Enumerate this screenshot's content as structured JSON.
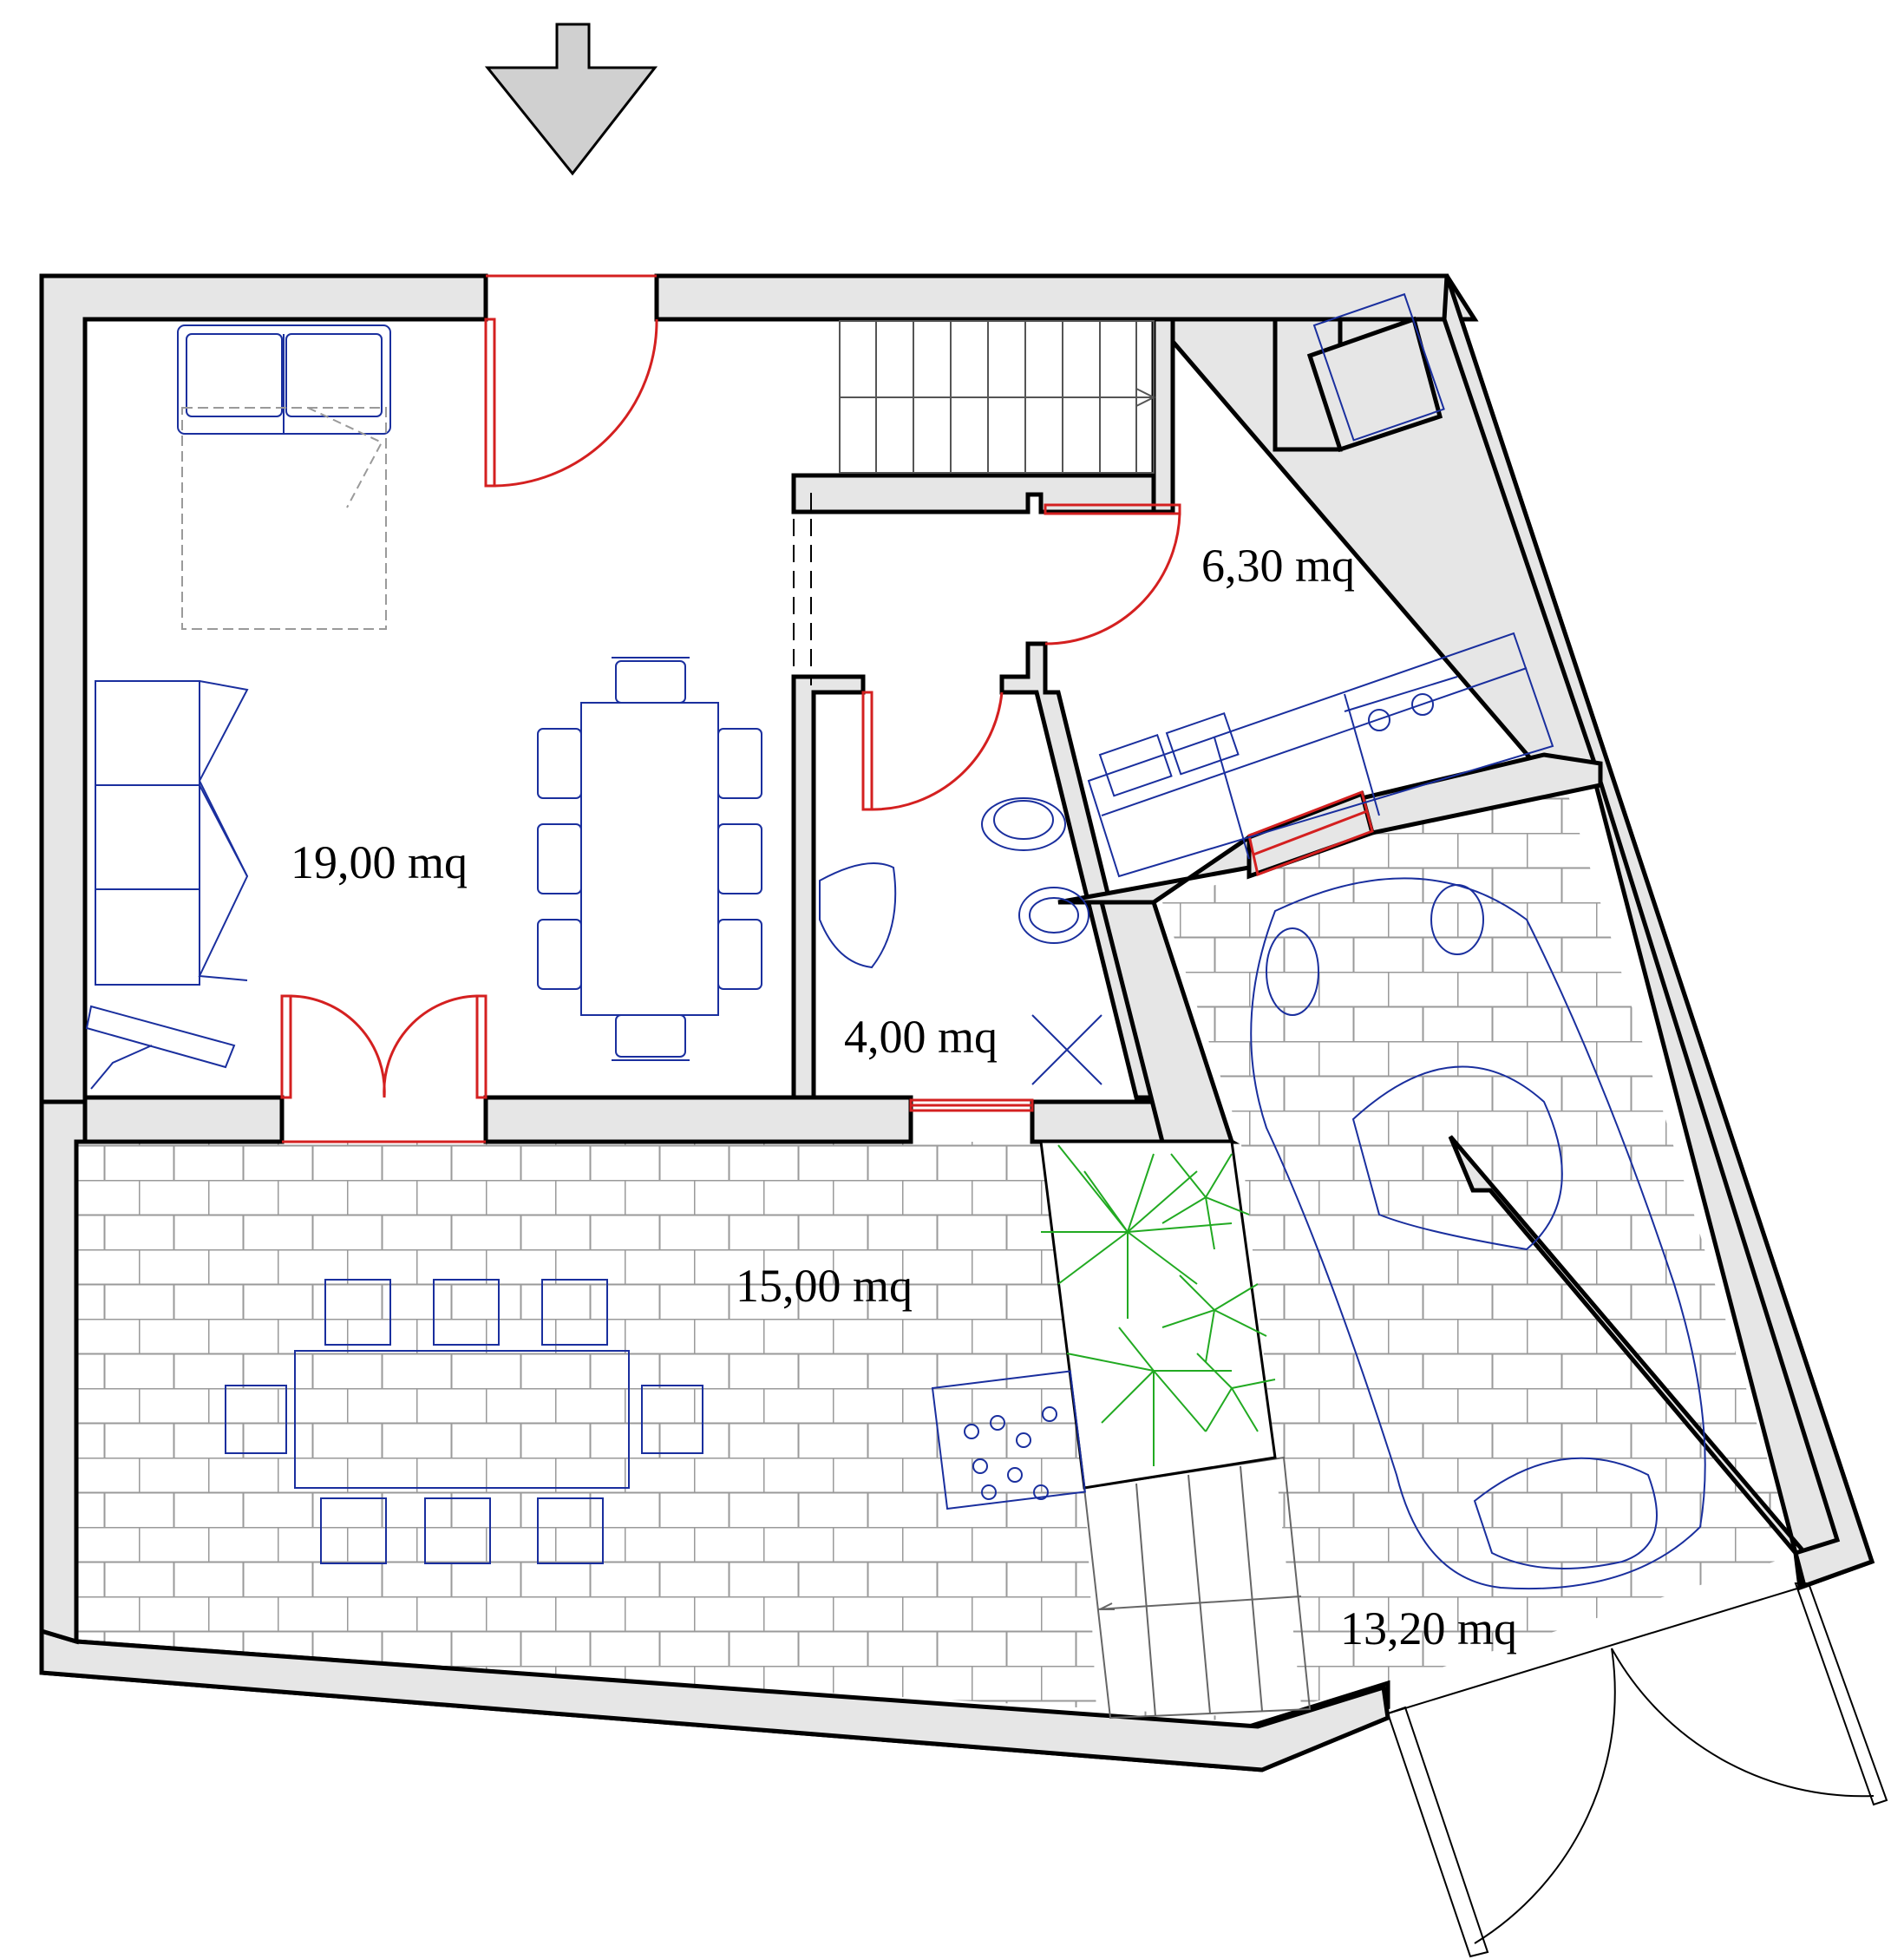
{
  "plan": {
    "rooms": [
      {
        "id": "living",
        "area_label": "19,00 mq"
      },
      {
        "id": "kitchen",
        "area_label": "6,30 mq"
      },
      {
        "id": "bathroom",
        "area_label": "4,00 mq"
      },
      {
        "id": "patio",
        "area_label": "15,00 mq"
      },
      {
        "id": "parking",
        "area_label": "13,20 mq"
      }
    ],
    "colors": {
      "wall_fill": "#e6e6e6",
      "wall_stroke": "#000000",
      "door_color": "#d42020",
      "furniture_color": "#1a2f9e",
      "plant_color": "#22aa22",
      "paving_color": "#9a9a9a",
      "entrance_arrow": "#d0d0d0"
    },
    "icons": [
      "entrance-arrow-icon",
      "sofa-bed-icon",
      "dining-table-icon",
      "car-icon",
      "plant-icon",
      "staircase-icon"
    ]
  }
}
